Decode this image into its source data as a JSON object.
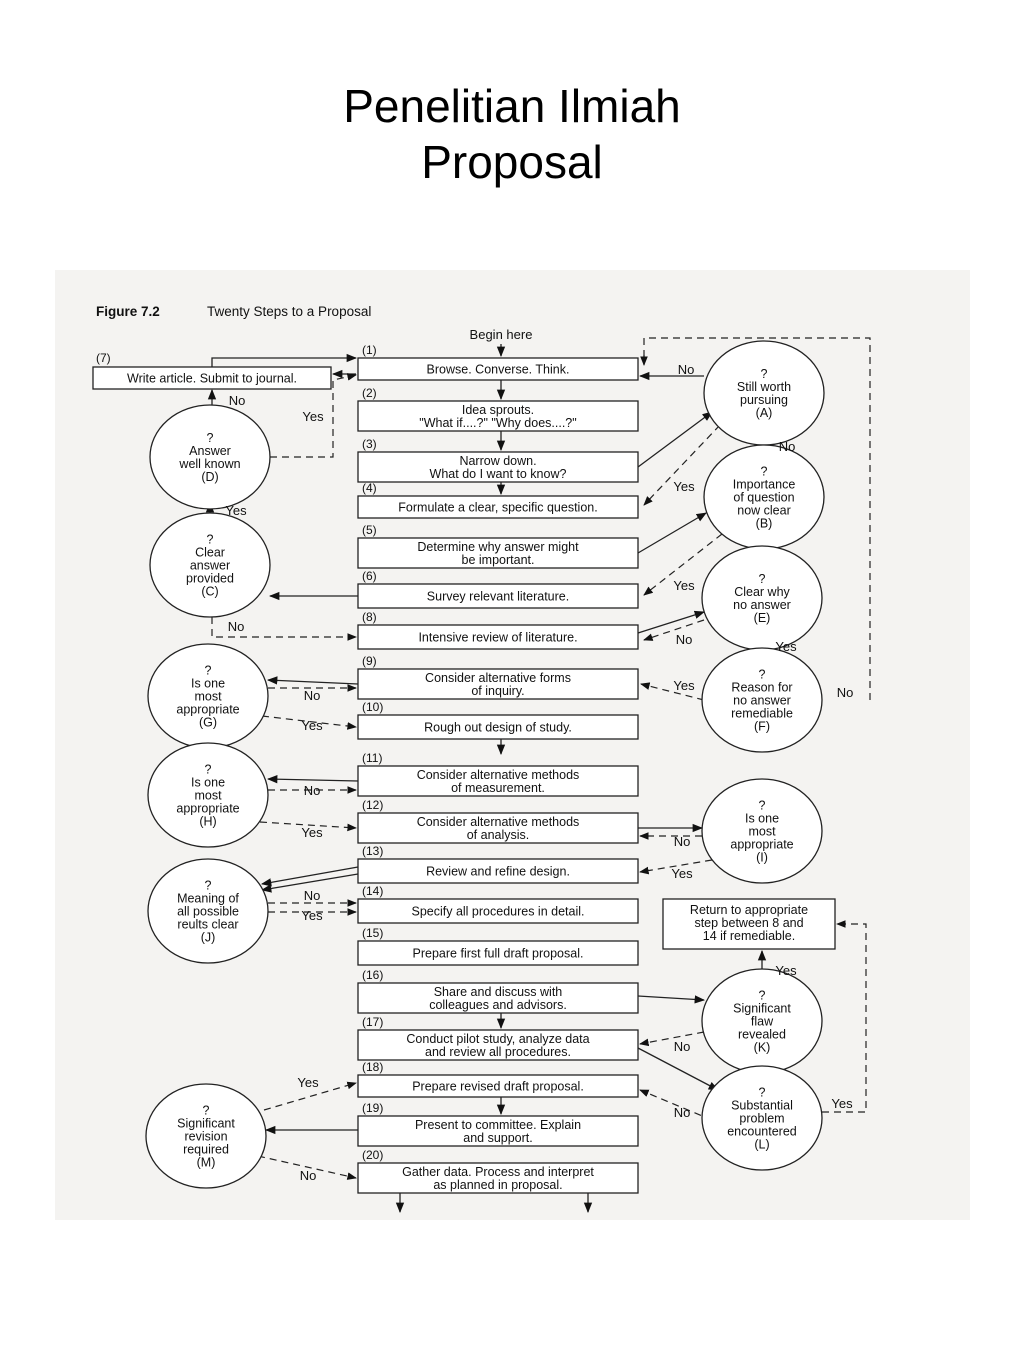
{
  "slide": {
    "title_line1": "Penelitian Ilmiah",
    "title_line2": "Proposal"
  },
  "figure": {
    "label": "Figure 7.2",
    "title": "Twenty Steps to a Proposal",
    "start": "Begin here"
  },
  "steps": [
    {
      "num": "(1)",
      "lines": [
        "Browse. Converse. Think."
      ]
    },
    {
      "num": "(2)",
      "lines": [
        "Idea sprouts.",
        "\"What if....?\" \"Why does....?\""
      ]
    },
    {
      "num": "(3)",
      "lines": [
        "Narrow down.",
        "What do I want to know?"
      ]
    },
    {
      "num": "(4)",
      "lines": [
        "Formulate a clear, specific question."
      ]
    },
    {
      "num": "(5)",
      "lines": [
        "Determine why answer might",
        "be important."
      ]
    },
    {
      "num": "(6)",
      "lines": [
        "Survey relevant literature."
      ]
    },
    {
      "num": "(7)",
      "lines": [
        "Write article. Submit to journal."
      ]
    },
    {
      "num": "(8)",
      "lines": [
        "Intensive review of literature."
      ]
    },
    {
      "num": "(9)",
      "lines": [
        "Consider alternative forms",
        "of inquiry."
      ]
    },
    {
      "num": "(10)",
      "lines": [
        "Rough out design of study."
      ]
    },
    {
      "num": "(11)",
      "lines": [
        "Consider alternative methods",
        "of measurement."
      ]
    },
    {
      "num": "(12)",
      "lines": [
        "Consider alternative methods",
        "of analysis."
      ]
    },
    {
      "num": "(13)",
      "lines": [
        "Review and refine design."
      ]
    },
    {
      "num": "(14)",
      "lines": [
        "Specify all procedures in detail."
      ]
    },
    {
      "num": "(15)",
      "lines": [
        "Prepare first full draft proposal."
      ]
    },
    {
      "num": "(16)",
      "lines": [
        "Share and discuss with",
        "colleagues and advisors."
      ]
    },
    {
      "num": "(17)",
      "lines": [
        "Conduct pilot study, analyze data",
        "and review all procedures."
      ]
    },
    {
      "num": "(18)",
      "lines": [
        "Prepare revised draft proposal."
      ]
    },
    {
      "num": "(19)",
      "lines": [
        "Present to committee. Explain",
        "and support."
      ]
    },
    {
      "num": "(20)",
      "lines": [
        "Gather data. Process and interpret",
        "as planned in proposal."
      ]
    }
  ],
  "return_box": {
    "lines": [
      "Return to appropriate",
      "step between 8 and",
      "14 if remediable."
    ]
  },
  "decisions": [
    {
      "key": "A",
      "lines": [
        "?",
        "Still worth",
        "pursuing",
        "(A)"
      ]
    },
    {
      "key": "B",
      "lines": [
        "?",
        "Importance",
        "of question",
        "now clear",
        "(B)"
      ]
    },
    {
      "key": "C",
      "lines": [
        "?",
        "Clear",
        "answer",
        "provided",
        "(C)"
      ]
    },
    {
      "key": "D",
      "lines": [
        "?",
        "Answer",
        "well known",
        "(D)"
      ]
    },
    {
      "key": "E",
      "lines": [
        "?",
        "Clear why",
        "no answer",
        "(E)"
      ]
    },
    {
      "key": "F",
      "lines": [
        "?",
        "Reason for",
        "no answer",
        "remediable",
        "(F)"
      ]
    },
    {
      "key": "G",
      "lines": [
        "?",
        "Is one",
        "most",
        "appropriate",
        "(G)"
      ]
    },
    {
      "key": "H",
      "lines": [
        "?",
        "Is one",
        "most",
        "appropriate",
        "(H)"
      ]
    },
    {
      "key": "I",
      "lines": [
        "?",
        "Is one",
        "most",
        "appropriate",
        "(I)"
      ]
    },
    {
      "key": "J",
      "lines": [
        "?",
        "Meaning of",
        "all possible",
        "reults clear",
        "(J)"
      ]
    },
    {
      "key": "K",
      "lines": [
        "?",
        "Significant",
        "flaw",
        "revealed",
        "(K)"
      ]
    },
    {
      "key": "L",
      "lines": [
        "?",
        "Substantial",
        "problem",
        "encountered",
        "(L)"
      ]
    },
    {
      "key": "M",
      "lines": [
        "?",
        "Significant",
        "revision",
        "required",
        "(M)"
      ]
    }
  ],
  "labels": {
    "yes": "Yes",
    "no": "No"
  }
}
